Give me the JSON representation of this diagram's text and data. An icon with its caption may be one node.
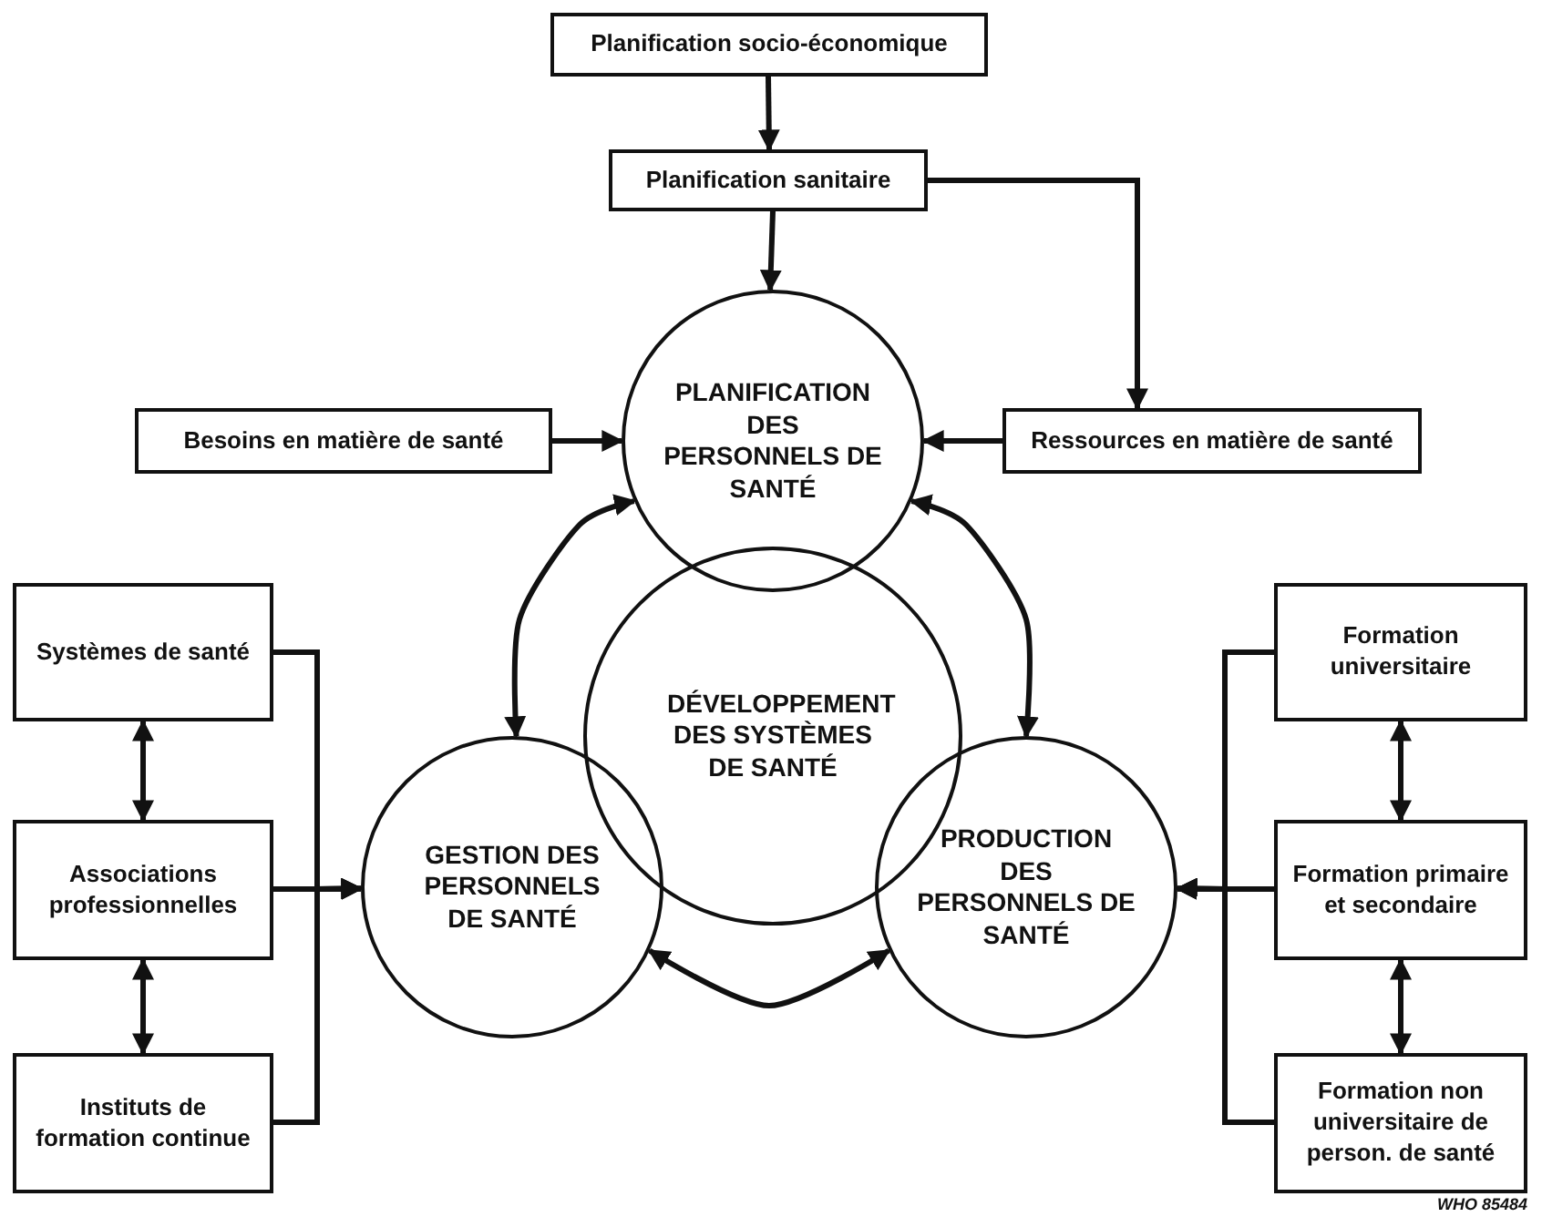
{
  "diagram": {
    "nodes": [
      {
        "text": [
          "Planification socio-économique"
        ]
      },
      {
        "text": [
          "Planification sanitaire"
        ]
      },
      {
        "text": [
          "Besoins en matière de santé"
        ]
      },
      {
        "text": [
          "PLANIFICATION DES PERSONNELS DE SANTÉ"
        ]
      },
      {
        "text": [
          "Ressources en matière de santé"
        ]
      },
      {
        "text": [
          "DÉVELOPPEMENT DES SYSTÈMES DE SANTÉ"
        ]
      },
      {
        "text": [
          "Systèmes de santé"
        ]
      },
      {
        "text": [
          "GESTION DES PERSONNELS DE SANTÉ"
        ]
      },
      {
        "text": [
          "PRODUCTION DES PERSONNELS DE SANTÉ"
        ]
      },
      {
        "text": [
          "Formation universitaire"
        ]
      },
      {
        "text": [
          "Associations professionnelles"
        ]
      },
      {
        "text": [
          "Formation primaire et secondaire"
        ]
      },
      {
        "text": [
          "Instituts de formation continue"
        ]
      },
      {
        "text": [
          "Formation non universitaire de person. de santé"
        ]
      }
    ],
    "edges": [
      {
        "from": 0,
        "to": 1,
        "arrow": "to"
      },
      {
        "from": 1,
        "to": 3,
        "arrow": "to"
      },
      {
        "from": 1,
        "to": 4,
        "arrow": "to"
      },
      {
        "from": 2,
        "to": 3,
        "arrow": "to"
      },
      {
        "from": 4,
        "to": 3,
        "arrow": "to"
      },
      {
        "from": 3,
        "to": 7,
        "arrow": "both"
      },
      {
        "from": 3,
        "to": 8,
        "arrow": "both"
      },
      {
        "from": 7,
        "to": 8,
        "arrow": "both"
      },
      {
        "from": 6,
        "to": 10,
        "arrow": "both"
      },
      {
        "from": 10,
        "to": 12,
        "arrow": "both"
      },
      {
        "from": 9,
        "to": 11,
        "arrow": "both"
      },
      {
        "from": 11,
        "to": 13,
        "arrow": "both"
      },
      {
        "from": 6,
        "to": 7,
        "arrow": "to"
      },
      {
        "from": 10,
        "to": 7,
        "arrow": "to"
      },
      {
        "from": 12,
        "to": 7,
        "arrow": "to"
      },
      {
        "from": 9,
        "to": 8,
        "arrow": "to"
      },
      {
        "from": 11,
        "to": 8,
        "arrow": "to"
      },
      {
        "from": 13,
        "to": 8,
        "arrow": "to"
      }
    ],
    "labels": [
      "WHO 85484"
    ]
  }
}
